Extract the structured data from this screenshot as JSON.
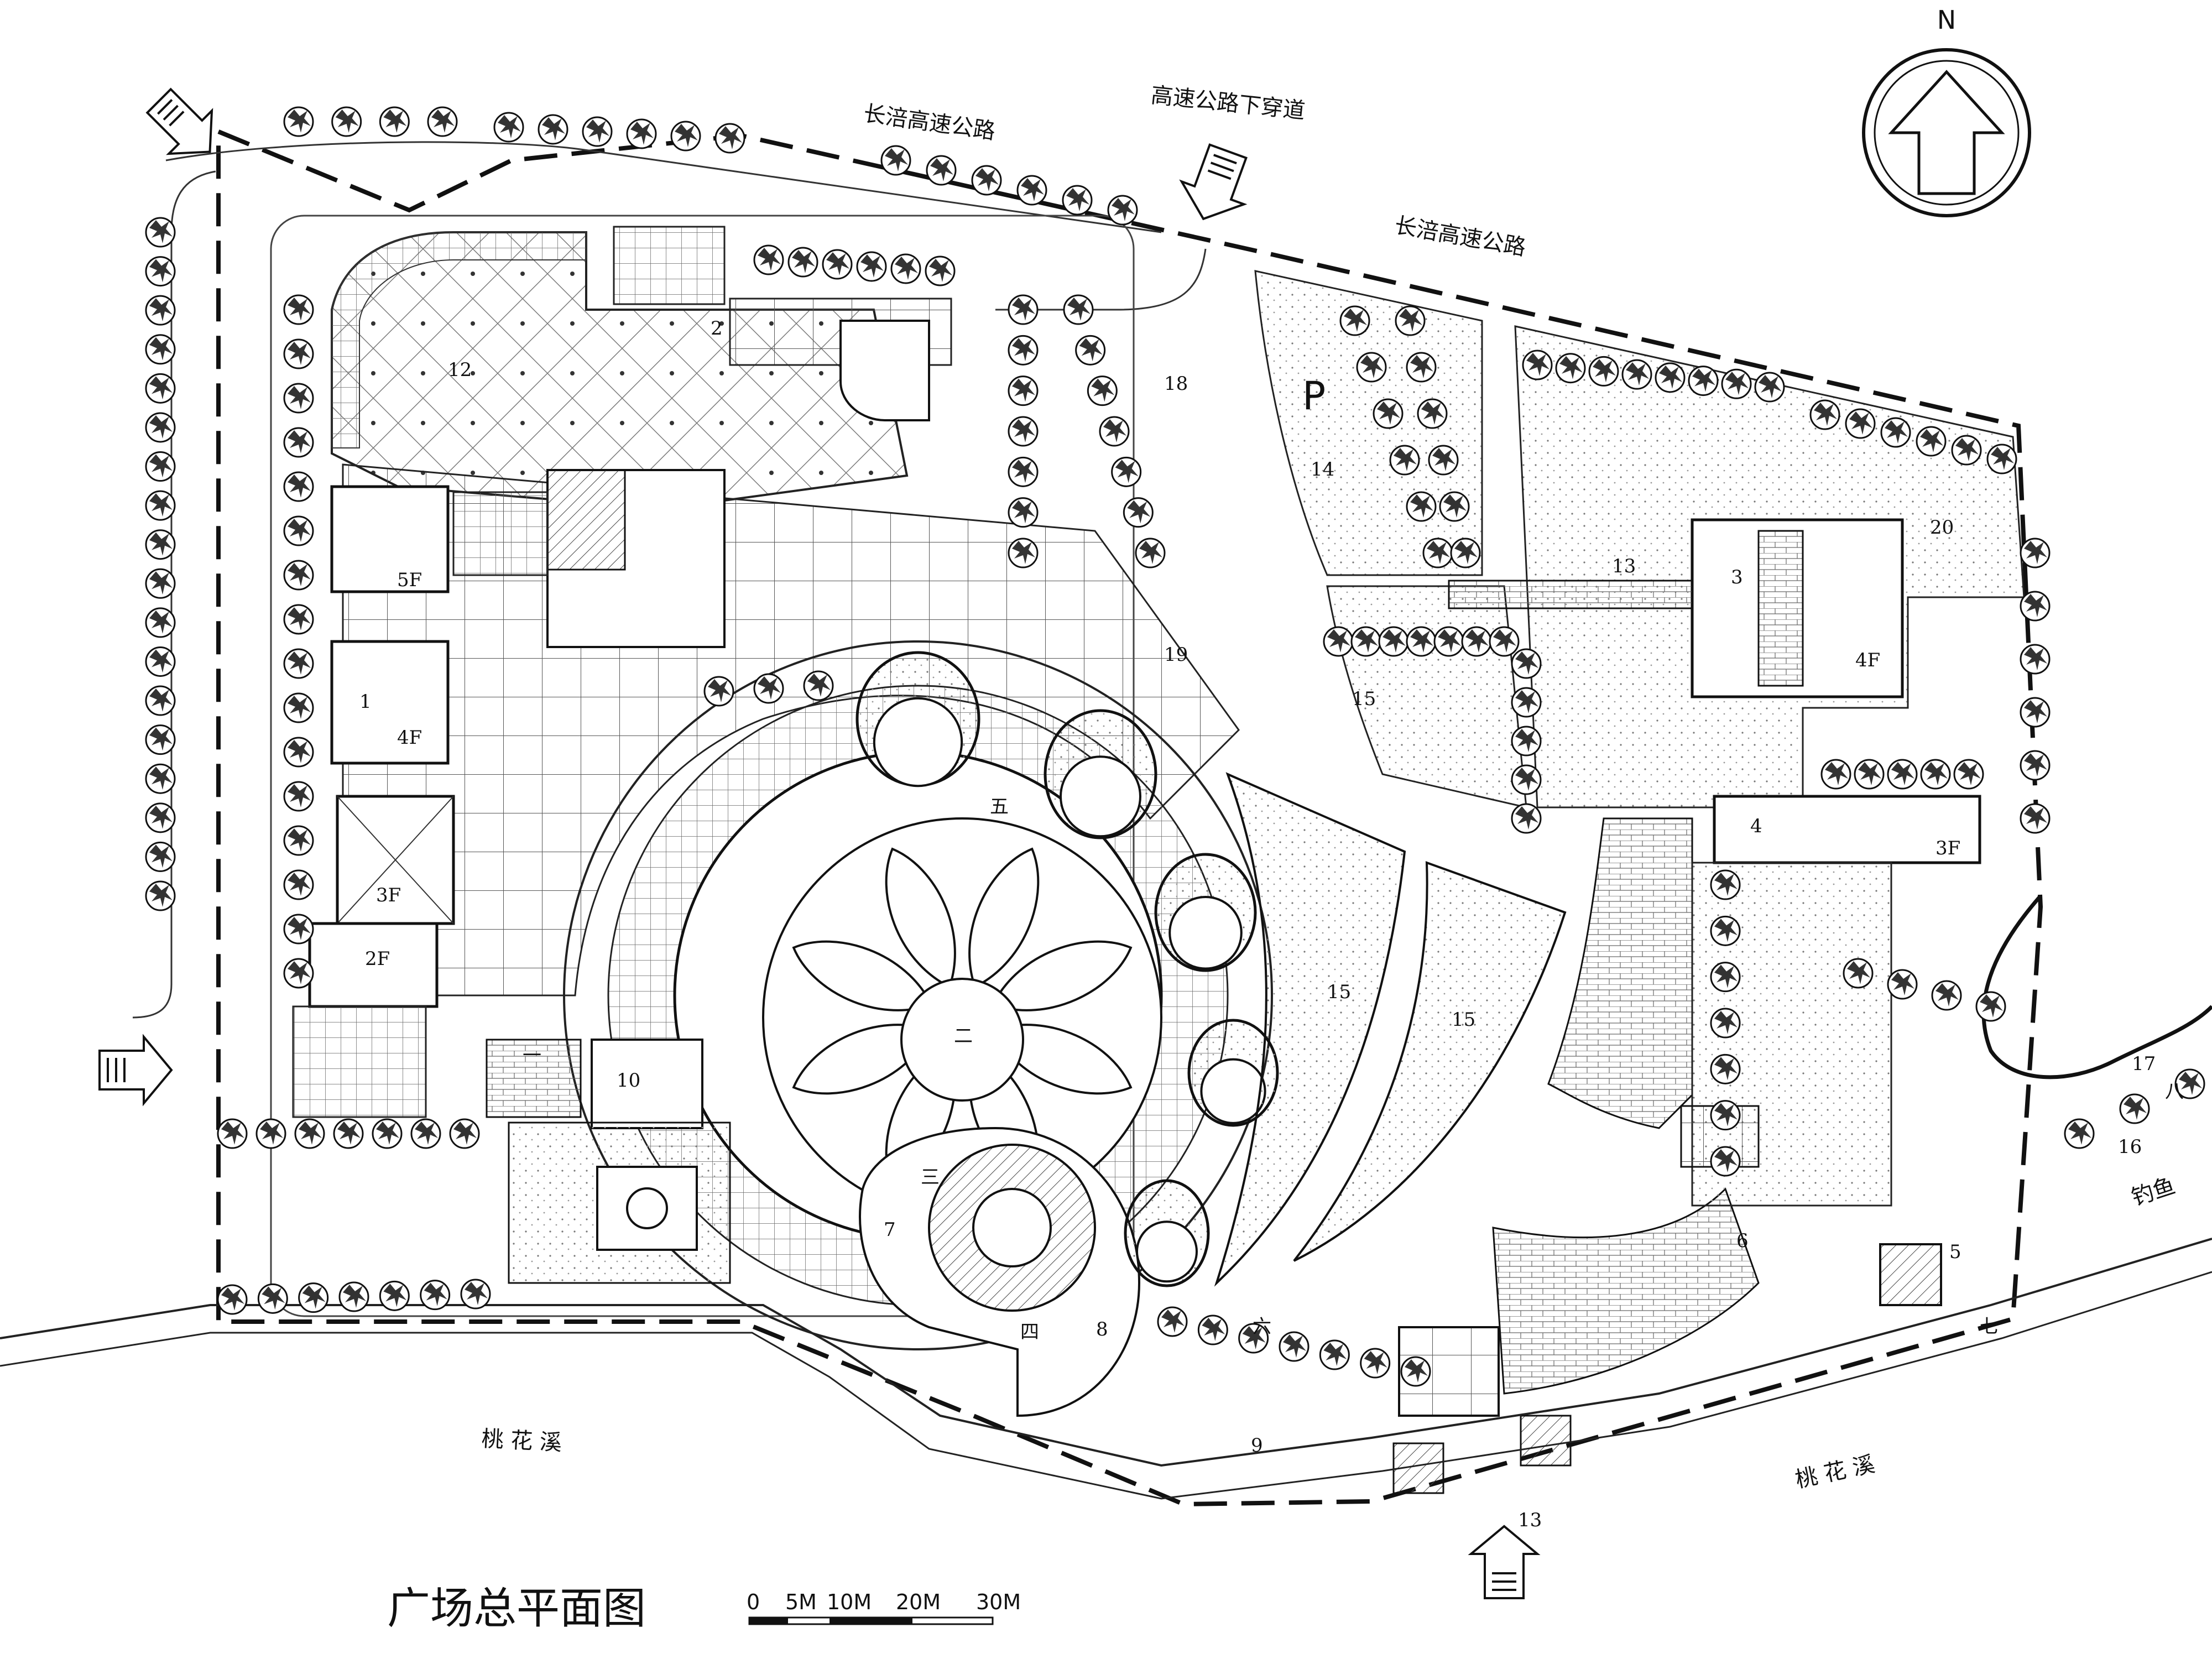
{
  "title": "广场总平面图",
  "scale_bar": {
    "labels": [
      "0",
      "5M",
      "10M",
      "20M",
      "30M"
    ]
  },
  "north_label": "N",
  "roads": {
    "north_west": "长涪高速公路",
    "underpass": "高速公路下穿道",
    "north_east": "长涪高速公路"
  },
  "streams": {
    "south_west": "桃 花 溪",
    "south_east": "桃 花 溪"
  },
  "cut_label": "钓鱼",
  "parking_label": "P",
  "floors": {
    "b1": "5F",
    "b2": "4F",
    "b3": "3F",
    "b4": "2F",
    "b5": "4F",
    "b6": "3F"
  },
  "zones": {
    "n1": "1",
    "n2": "2",
    "n3": "3",
    "n4": "4",
    "n5": "5",
    "n6": "6",
    "n7": "7",
    "n8": "8",
    "n9": "9",
    "n10": "10",
    "n12": "12",
    "n13a": "13",
    "n13b": "13",
    "n14": "14",
    "n15a": "15",
    "n15b": "15",
    "n15c": "15",
    "n16": "16",
    "n17": "17",
    "n18": "18",
    "n19": "19",
    "n20": "20"
  },
  "nodes": {
    "c1": "一",
    "c2": "二",
    "c3": "三",
    "c4": "四",
    "c5": "五",
    "c6": "六",
    "c7": "七",
    "c8": "八"
  }
}
